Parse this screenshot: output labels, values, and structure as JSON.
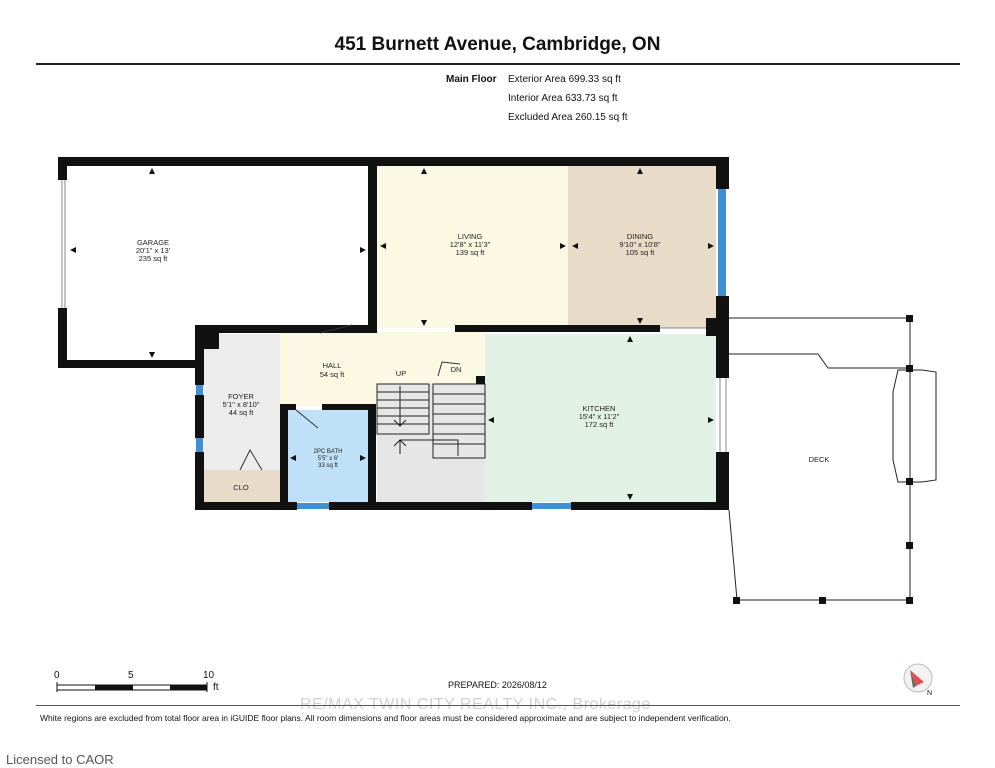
{
  "title": "451 Burnett Avenue, Cambridge, ON",
  "floor": {
    "label": "Main Floor",
    "exterior_area": "Exterior Area 699.33 sq ft",
    "interior_area": "Interior Area 633.73 sq ft",
    "excluded_area": "Excluded Area 260.15 sq ft"
  },
  "rooms": {
    "garage": {
      "name": "GARAGE",
      "dims": "20'1\" x 13'",
      "area": "235 sq ft"
    },
    "living": {
      "name": "LIVING",
      "dims": "12'8\" x 11'3\"",
      "area": "139 sq ft"
    },
    "dining": {
      "name": "DINING",
      "dims": "9'10\" x 10'8\"",
      "area": "105 sq ft"
    },
    "hall": {
      "name": "HALL",
      "area": "54 sq ft"
    },
    "foyer": {
      "name": "FOYER",
      "dims": "5'1\" x 8'10\"",
      "area": "44 sq ft"
    },
    "bath": {
      "name": "2PC BATH",
      "dims": "5'5\" x 6'",
      "area": "33 sq ft"
    },
    "kitchen": {
      "name": "KITCHEN",
      "dims": "15'4\" x 11'2\"",
      "area": "172 sq ft"
    },
    "closet": {
      "name": "CLO"
    },
    "deck": {
      "name": "DECK"
    }
  },
  "stairs": {
    "up": "UP",
    "down": "DN"
  },
  "scale": {
    "ticks": [
      "0",
      "5",
      "10"
    ],
    "unit": "ft"
  },
  "compass": {
    "north": "N"
  },
  "prepared": "PREPARED: 2026/08/12",
  "footnote": "White regions are excluded from total floor area in iGUIDE floor plans. All room dimensions and floor areas must be considered approximate and are subject to independent verification.",
  "watermark": "RE/MAX TWIN CITY REALTY INC., Brokerage",
  "license": "Licensed to CAOR",
  "colors": {
    "wall": "#111111",
    "living": "#fbf8e3",
    "dining": "#e8dcc9",
    "kitchen": "#e2f1e6",
    "bath": "#bfe0f7",
    "foyer": "#ececec",
    "closet": "#e8dcc9",
    "window": "#3f8fd6",
    "compass_accent": "#e05252"
  }
}
